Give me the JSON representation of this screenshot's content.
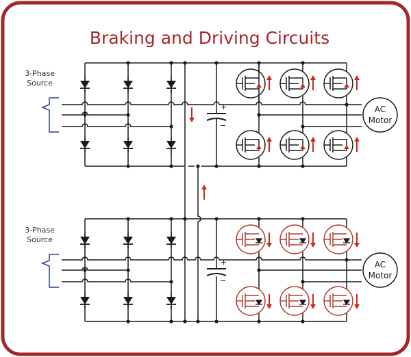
{
  "title": "Braking and Driving Circuits",
  "source_label_line1": "3-Phase",
  "source_label_line2": "Source",
  "motor_label_line1": "AC",
  "motor_label_line2": "Motor",
  "capacitor_plus": "+",
  "capacitor_minus": "−",
  "colors": {
    "frame": "#a3262d",
    "title": "#a3262d",
    "wire": "#1a1a1a",
    "accent": "#c8281e",
    "bracket": "#2f3f8f",
    "transistor_braking": "#b03a2e"
  }
}
